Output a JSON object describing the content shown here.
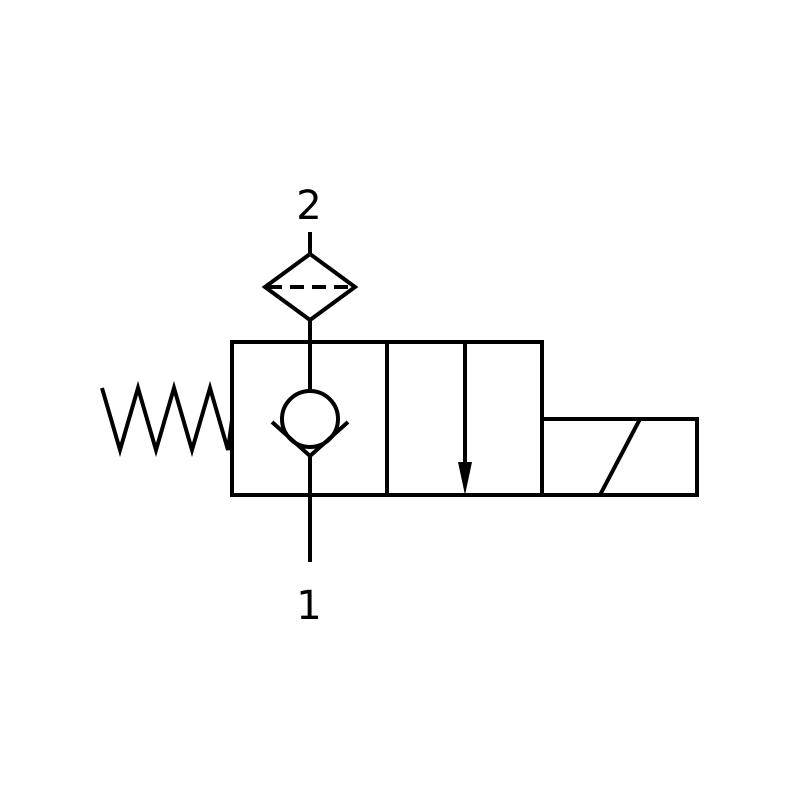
{
  "diagram": {
    "ports": {
      "outlet_label": "2",
      "inlet_label": "1"
    },
    "colors": {
      "stroke": "#000000",
      "background": "#ffffff"
    },
    "components": [
      "return-spring",
      "filter",
      "check-valve-position",
      "flow-position",
      "solenoid-actuator"
    ]
  }
}
